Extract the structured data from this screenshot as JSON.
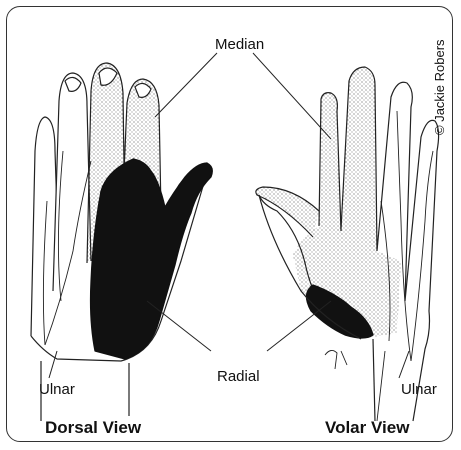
{
  "labels": {
    "median": "Median",
    "radial": "Radial",
    "ulnar_left": "Ulnar",
    "ulnar_right": "Ulnar",
    "dorsal_view": "Dorsal View",
    "volar_view": "Volar View",
    "credit": "© Jackie Robers"
  }
}
